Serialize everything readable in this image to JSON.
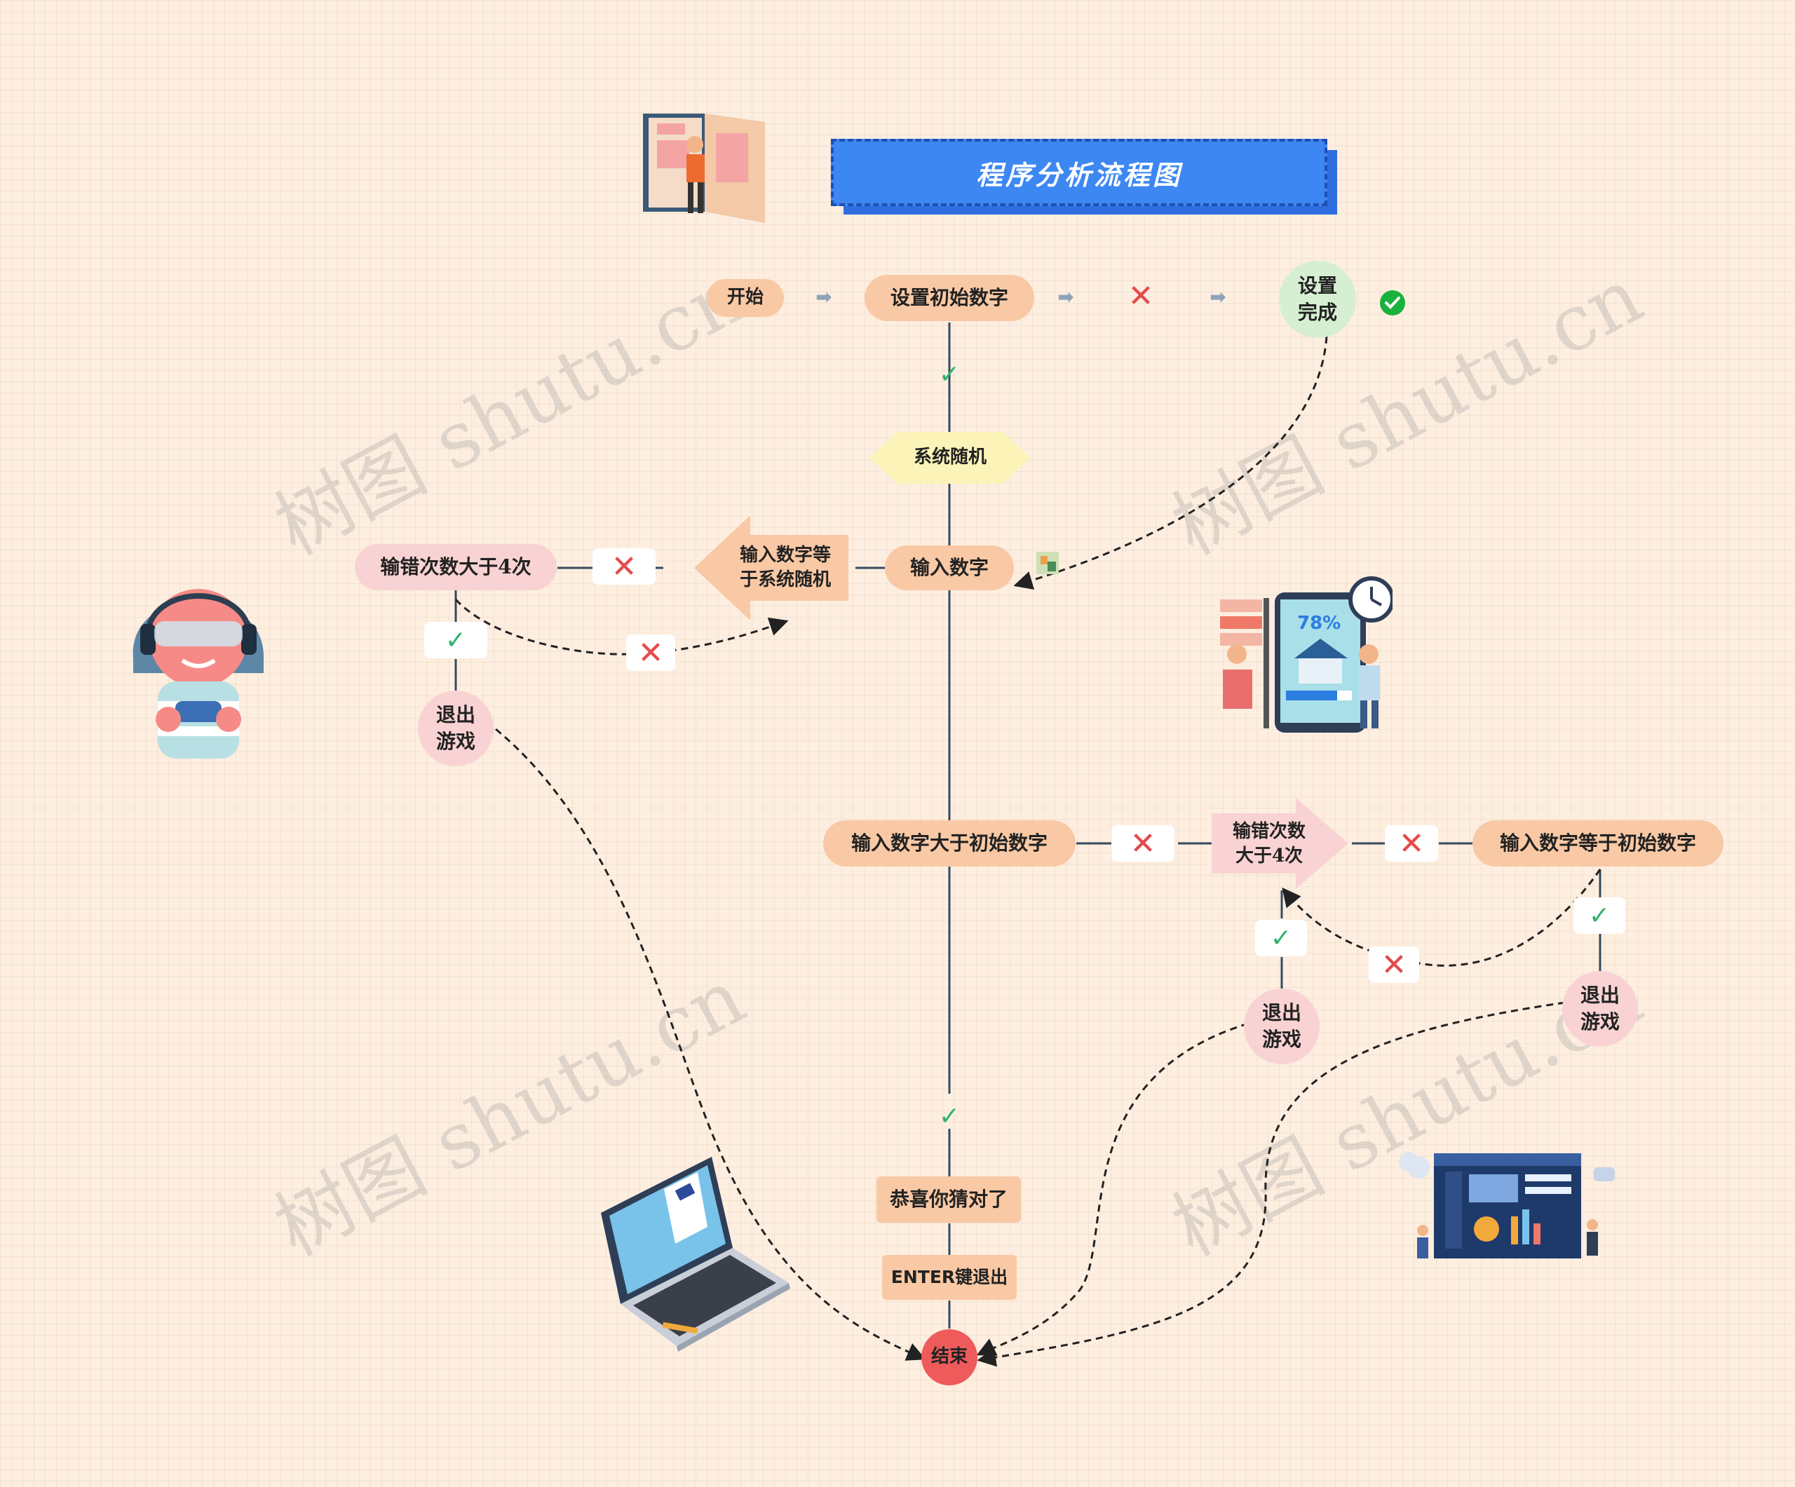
{
  "title": "程序分析流程图",
  "watermark": "树图 shutu.cn",
  "nodes": {
    "start": "开始",
    "set_init": "设置初始数字",
    "set_done": "设置完成",
    "sys_random": "系统随机",
    "input_num": "输入数字",
    "input_eq_sys": "输入数字等于系统随机",
    "wrong_gt4_left": "输错次数大于4次",
    "exit_left": "退出游戏",
    "input_gt_init": "输入数字大于初始数字",
    "wrong_gt4_right": "输错次数大于4次",
    "input_eq_init": "输入数字等于初始数字",
    "exit_mid": "退出游戏",
    "exit_right": "退出游戏",
    "congrats": "恭喜你猜对了",
    "enter_exit": "ENTER键退出",
    "end": "结束"
  },
  "node_lines": {
    "set_done": [
      "设置",
      "完成"
    ],
    "input_eq_sys": [
      "输入数字等",
      "于系统随机"
    ],
    "exit_left": [
      "退出",
      "游戏"
    ],
    "wrong_gt4_right": [
      "输错次数",
      "大于4次"
    ],
    "exit_mid": [
      "退出",
      "游戏"
    ],
    "exit_right": [
      "退出",
      "游戏"
    ]
  },
  "marks": {
    "cross": "✕",
    "check": "✓",
    "arrow": "➡"
  },
  "colors": {
    "background": "#fdeee0",
    "title_bg": "#3d87f3",
    "node_orange": "#f9c9a5",
    "node_pink": "#f9d3d3",
    "node_green": "#d6efd3",
    "end_red": "#ef5a5a",
    "cross_red": "#e64a4a",
    "check_green": "#2fb36b",
    "line": "#34495e"
  },
  "illustrations": [
    "book-reader-illustration",
    "gamer-girl-illustration",
    "mobile-progress-illustration",
    "laptop-illustration",
    "dashboard-team-illustration"
  ],
  "progress_percent": "78%"
}
